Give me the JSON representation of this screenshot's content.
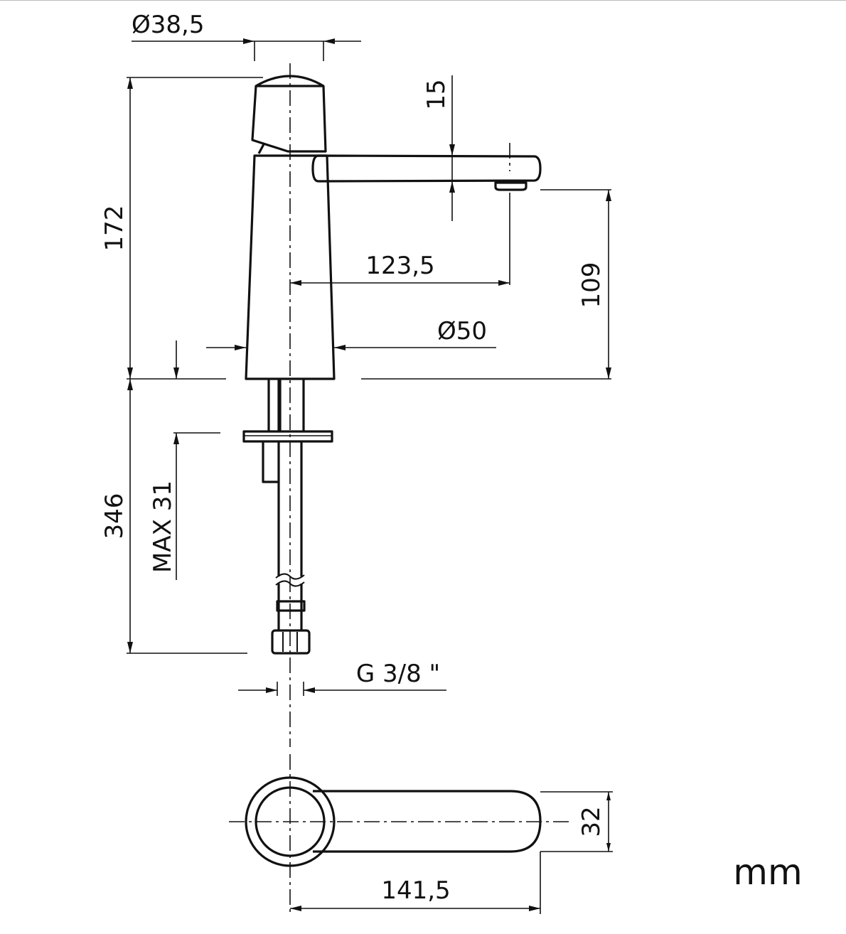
{
  "drawing": {
    "unit": "mm",
    "dimensions": {
      "handle_diameter": "Ø38,5",
      "total_height": "172",
      "spout_offset": "15",
      "spout_reach": "123,5",
      "body_diameter": "Ø50",
      "spout_height": "109",
      "supply_length": "346",
      "max_deck": "MAX 31",
      "connection": "G 3/8 \"",
      "spout_width": "32",
      "total_length": "141,5"
    }
  }
}
